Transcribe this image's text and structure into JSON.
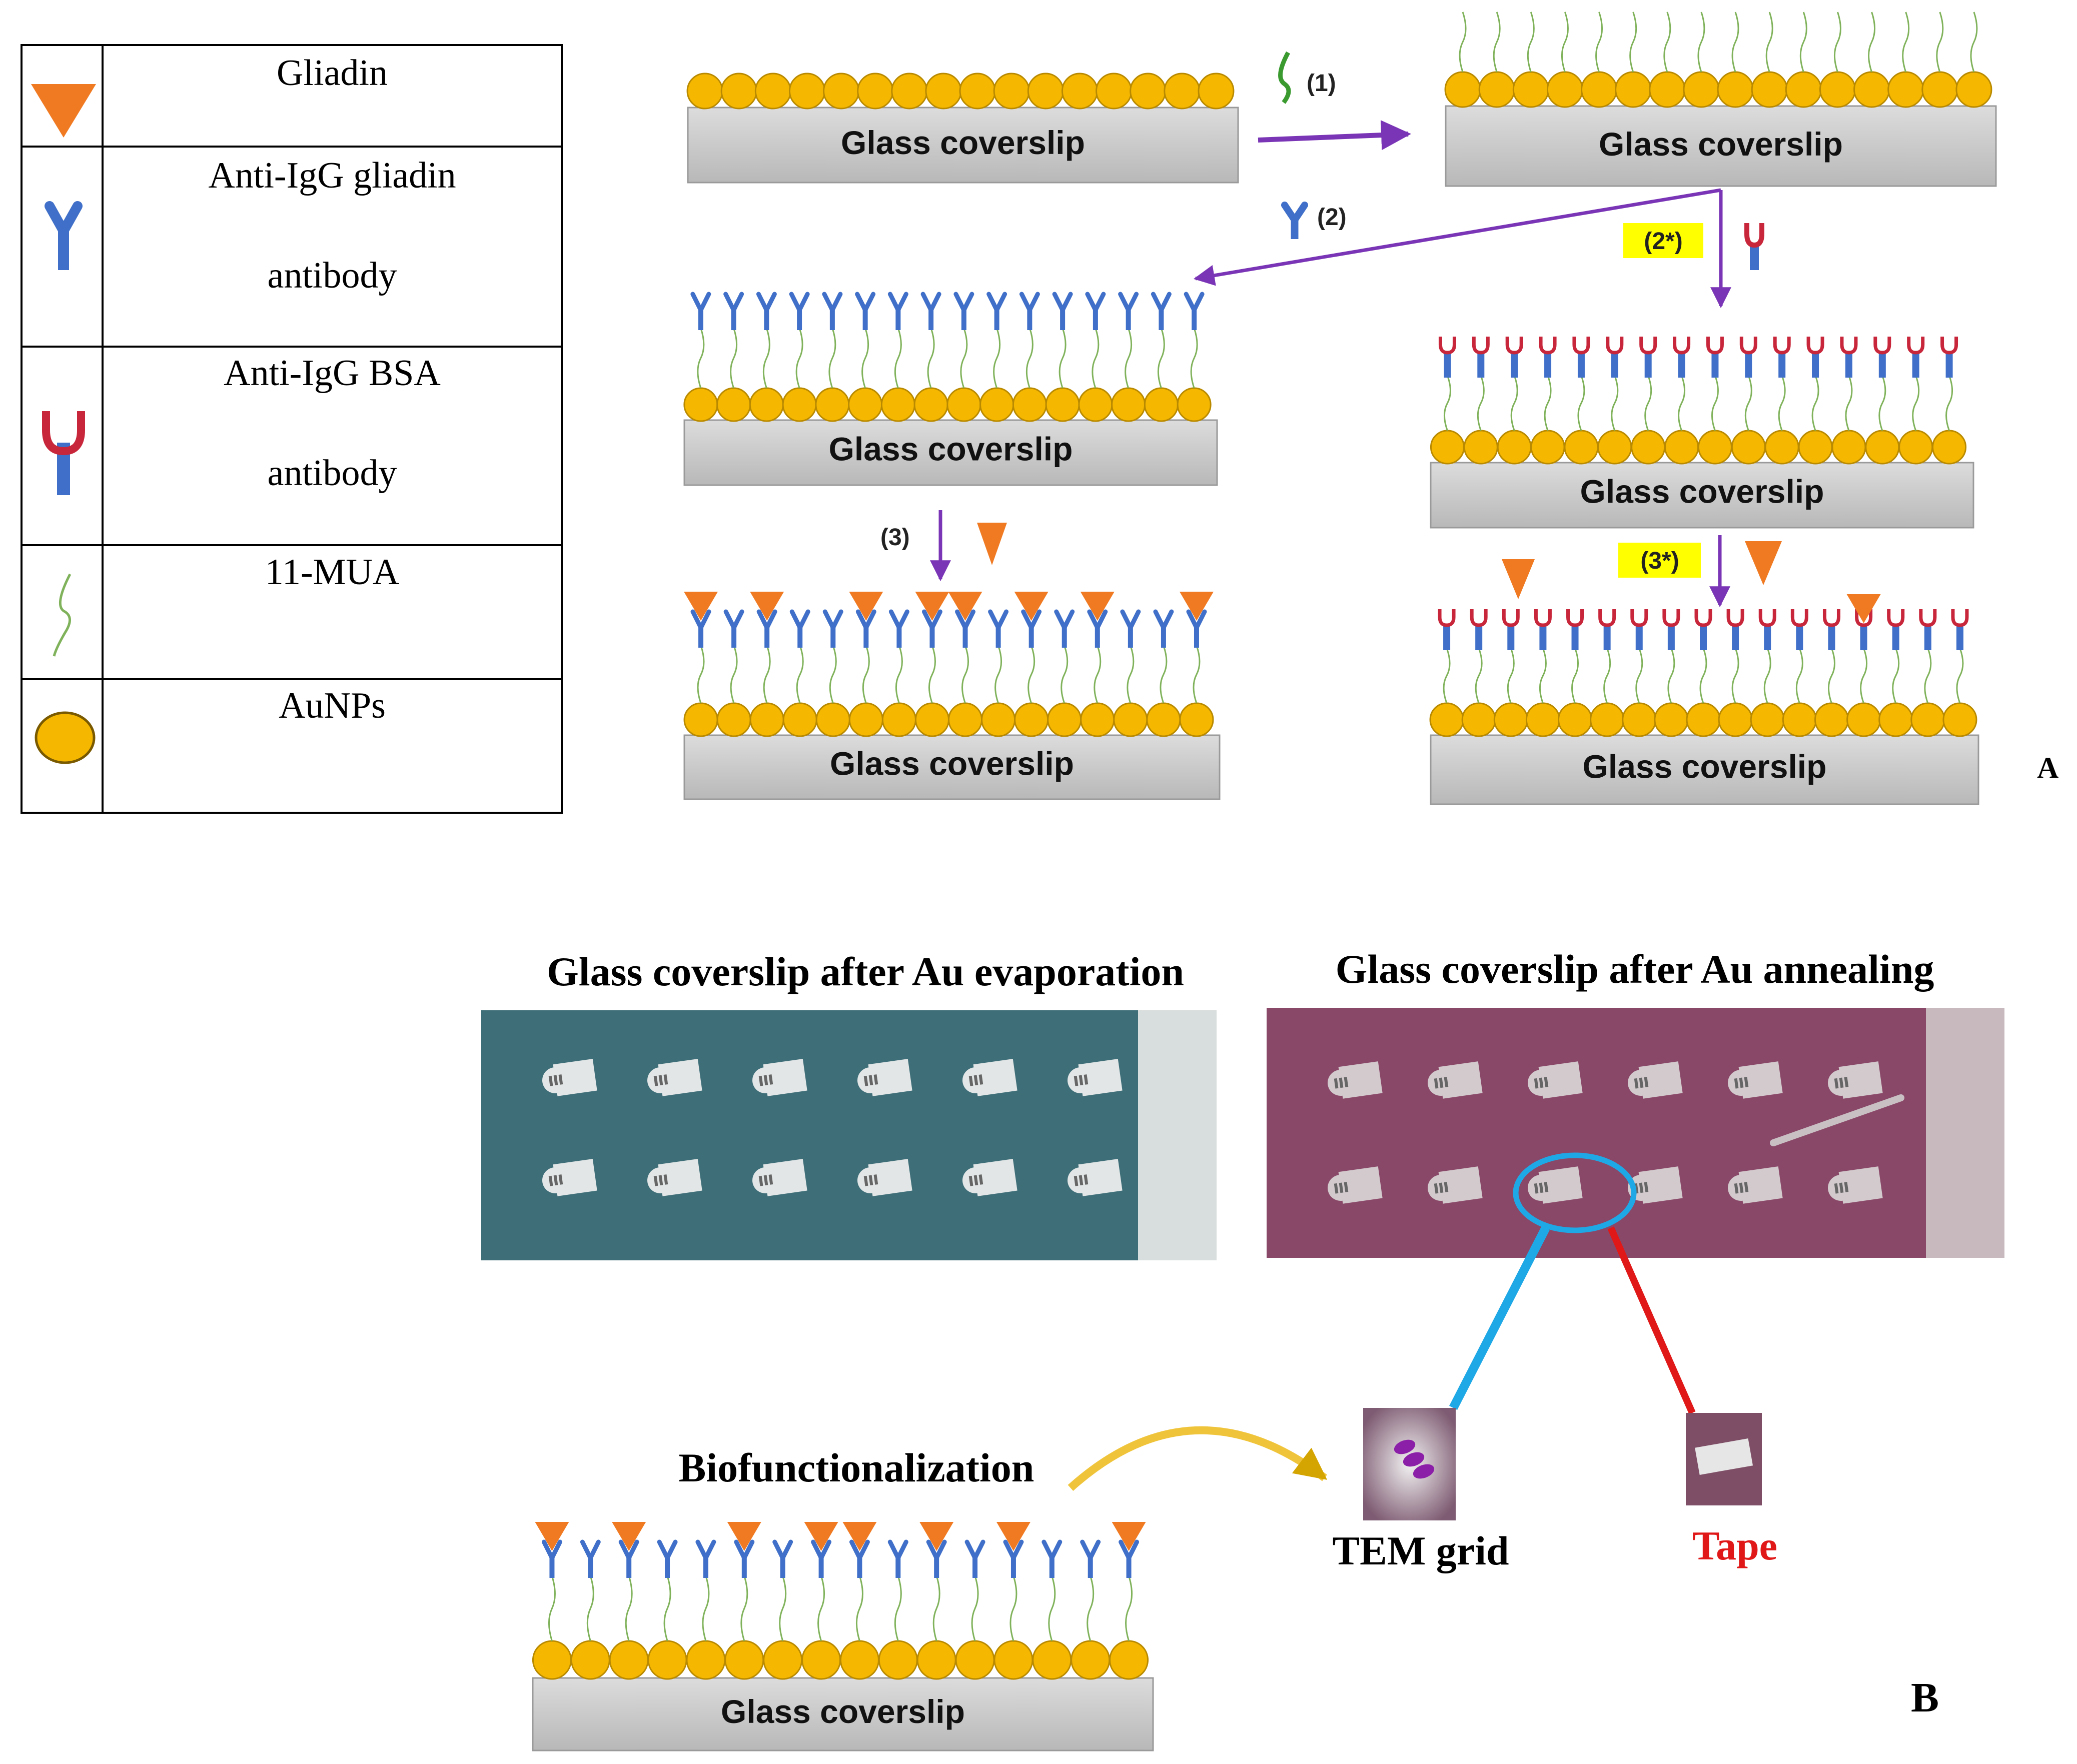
{
  "legend": [
    {
      "label_lines": [
        "Gliadin"
      ],
      "icon": "gliadin-triangle-icon"
    },
    {
      "label_lines": [
        "Anti-IgG gliadin",
        "antibody"
      ],
      "icon": "anti-igg-gliadin-antibody-icon"
    },
    {
      "label_lines": [
        "Anti-IgG BSA",
        "antibody"
      ],
      "icon": "anti-igg-bsa-antibody-icon"
    },
    {
      "label_lines": [
        "11-MUA"
      ],
      "icon": "mua-linker-icon"
    },
    {
      "label_lines": [
        "AuNPs"
      ],
      "icon": "aunp-circle-icon"
    }
  ],
  "coverslip_label": "Glass coverslip",
  "steps": {
    "s1": "(1)",
    "s2": "(2)",
    "s2star": "(2*)",
    "s3": "(3)",
    "s3star": "(3*)"
  },
  "panel_a": "A",
  "panel_b": "B",
  "photo_titles": {
    "evaporation": "Glass  coverslip  after Au  evaporation",
    "annealing": "Glass  coverslip  after Au  annealing"
  },
  "labels": {
    "biofunc": "Biofunctionalization",
    "tem": "TEM grid",
    "tape": "Tape"
  },
  "colors": {
    "aunp": "#F5B700",
    "gliadin": "#F07A22",
    "antibody_blue": "#3F6FC8",
    "bsa_red": "#C8263A",
    "linker_green": "#7FB25A",
    "arrow_purple": "#7A35B6",
    "highlight_yellow": "#FFFF00",
    "photo_blue": "#3E6E78",
    "photo_magenta": "#8A4868",
    "circle_cyan": "#1FA8E6",
    "tape_red": "#E01818"
  }
}
